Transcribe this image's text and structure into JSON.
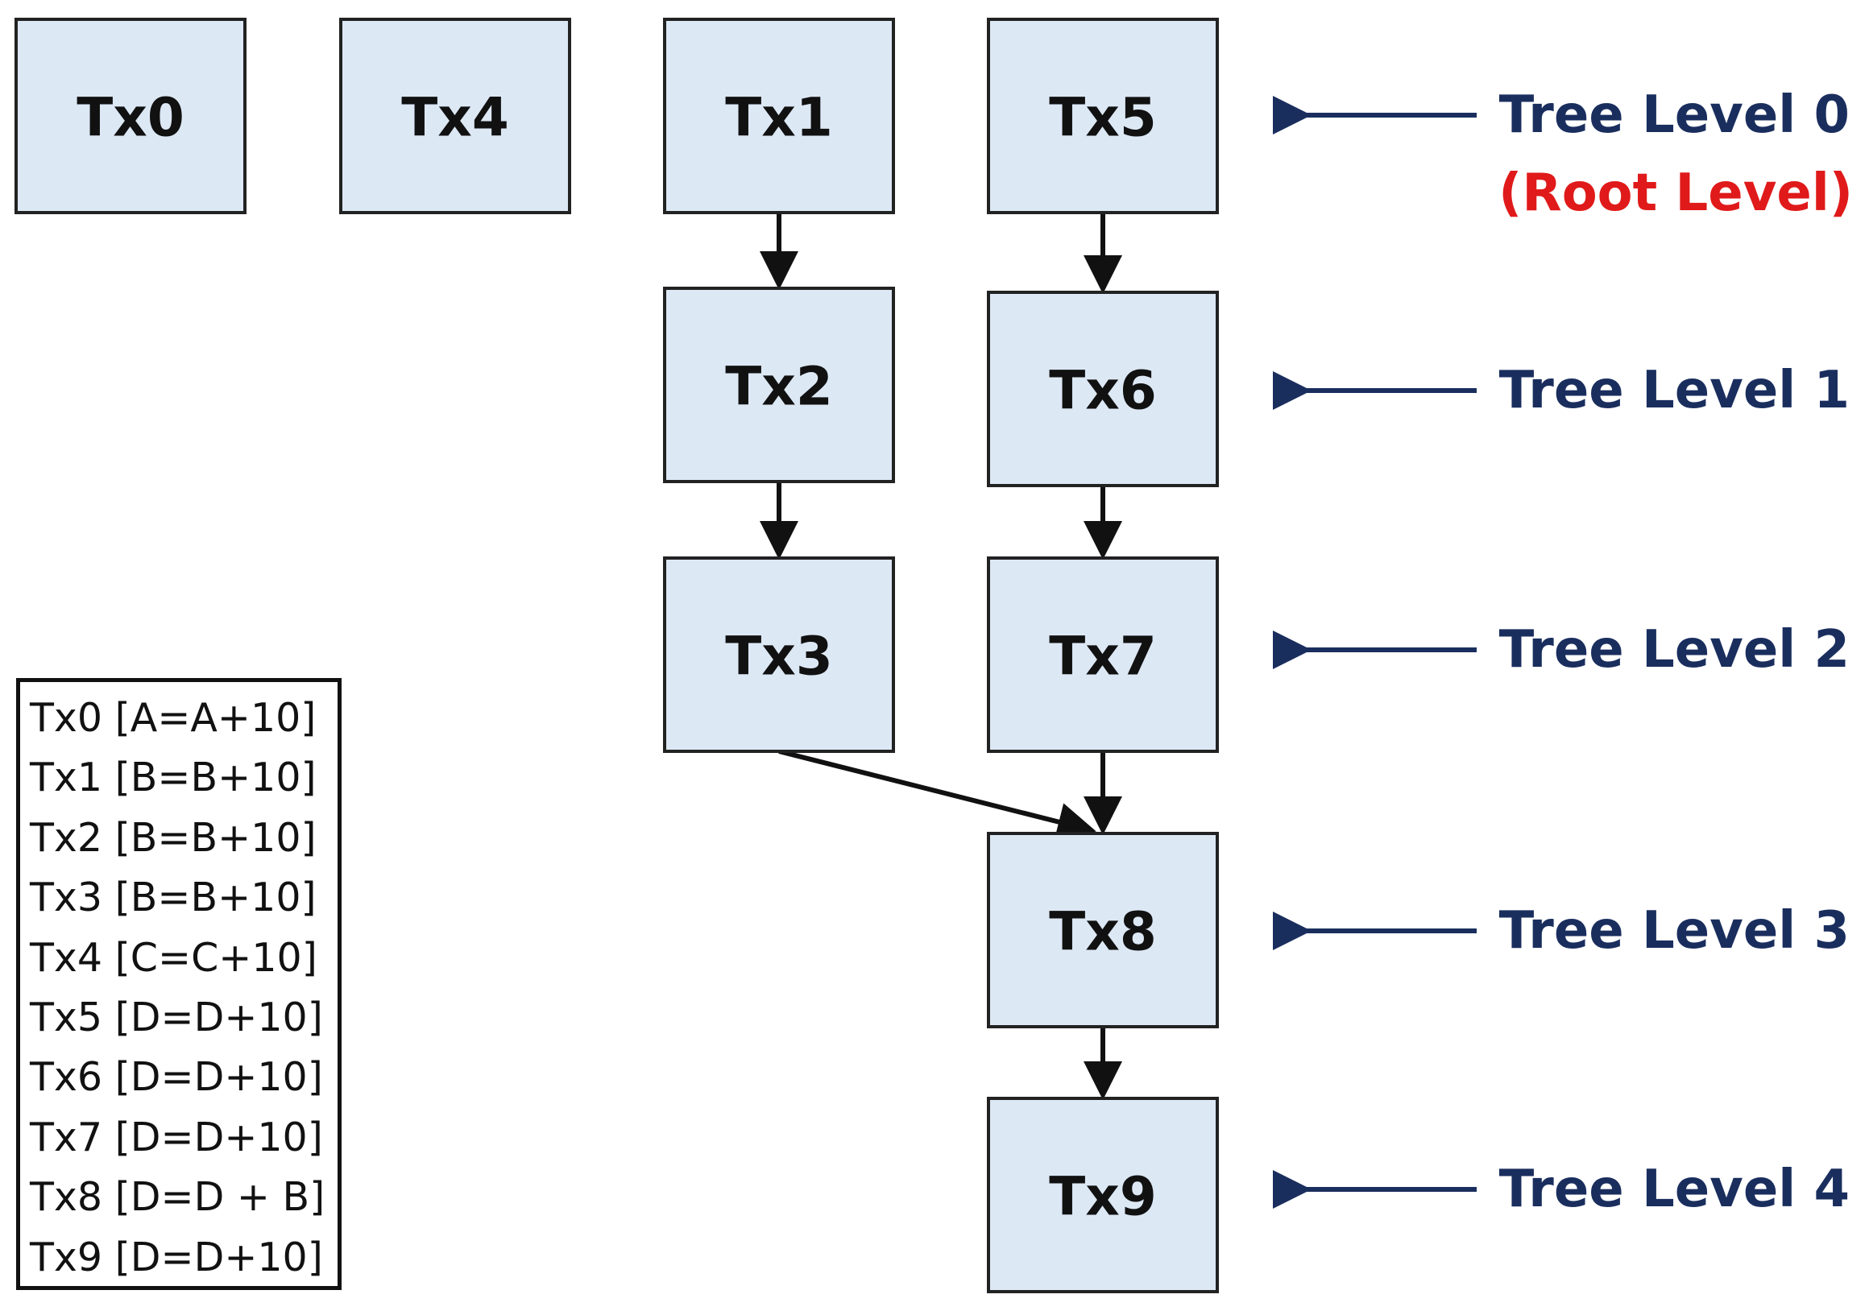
{
  "colors": {
    "node_fill": "#dde8f5",
    "node_stroke": "#222222",
    "edge": "#111111",
    "level_label": "#1a2e5e",
    "root_label": "#e01a1a"
  },
  "nodes": [
    {
      "id": "Tx0",
      "label": "Tx0"
    },
    {
      "id": "Tx4",
      "label": "Tx4"
    },
    {
      "id": "Tx1",
      "label": "Tx1"
    },
    {
      "id": "Tx5",
      "label": "Tx5"
    },
    {
      "id": "Tx2",
      "label": "Tx2"
    },
    {
      "id": "Tx6",
      "label": "Tx6"
    },
    {
      "id": "Tx3",
      "label": "Tx3"
    },
    {
      "id": "Tx7",
      "label": "Tx7"
    },
    {
      "id": "Tx8",
      "label": "Tx8"
    },
    {
      "id": "Tx9",
      "label": "Tx9"
    }
  ],
  "edges": [
    {
      "from": "Tx1",
      "to": "Tx2"
    },
    {
      "from": "Tx2",
      "to": "Tx3"
    },
    {
      "from": "Tx5",
      "to": "Tx6"
    },
    {
      "from": "Tx6",
      "to": "Tx7"
    },
    {
      "from": "Tx7",
      "to": "Tx8"
    },
    {
      "from": "Tx3",
      "to": "Tx8"
    },
    {
      "from": "Tx8",
      "to": "Tx9"
    }
  ],
  "levels": [
    {
      "label": "Tree Level 0",
      "sublabel": "(Root Level)"
    },
    {
      "label": "Tree Level 1"
    },
    {
      "label": "Tree Level 2"
    },
    {
      "label": "Tree Level 3"
    },
    {
      "label": "Tree Level 4"
    }
  ],
  "legend": [
    "Tx0 [A=A+10]",
    "Tx1 [B=B+10]",
    "Tx2 [B=B+10]",
    "Tx3 [B=B+10]",
    "Tx4 [C=C+10]",
    "Tx5 [D=D+10]",
    "Tx6 [D=D+10]",
    "Tx7 [D=D+10]",
    "Tx8 [D=D + B]",
    "Tx9 [D=D+10]"
  ]
}
